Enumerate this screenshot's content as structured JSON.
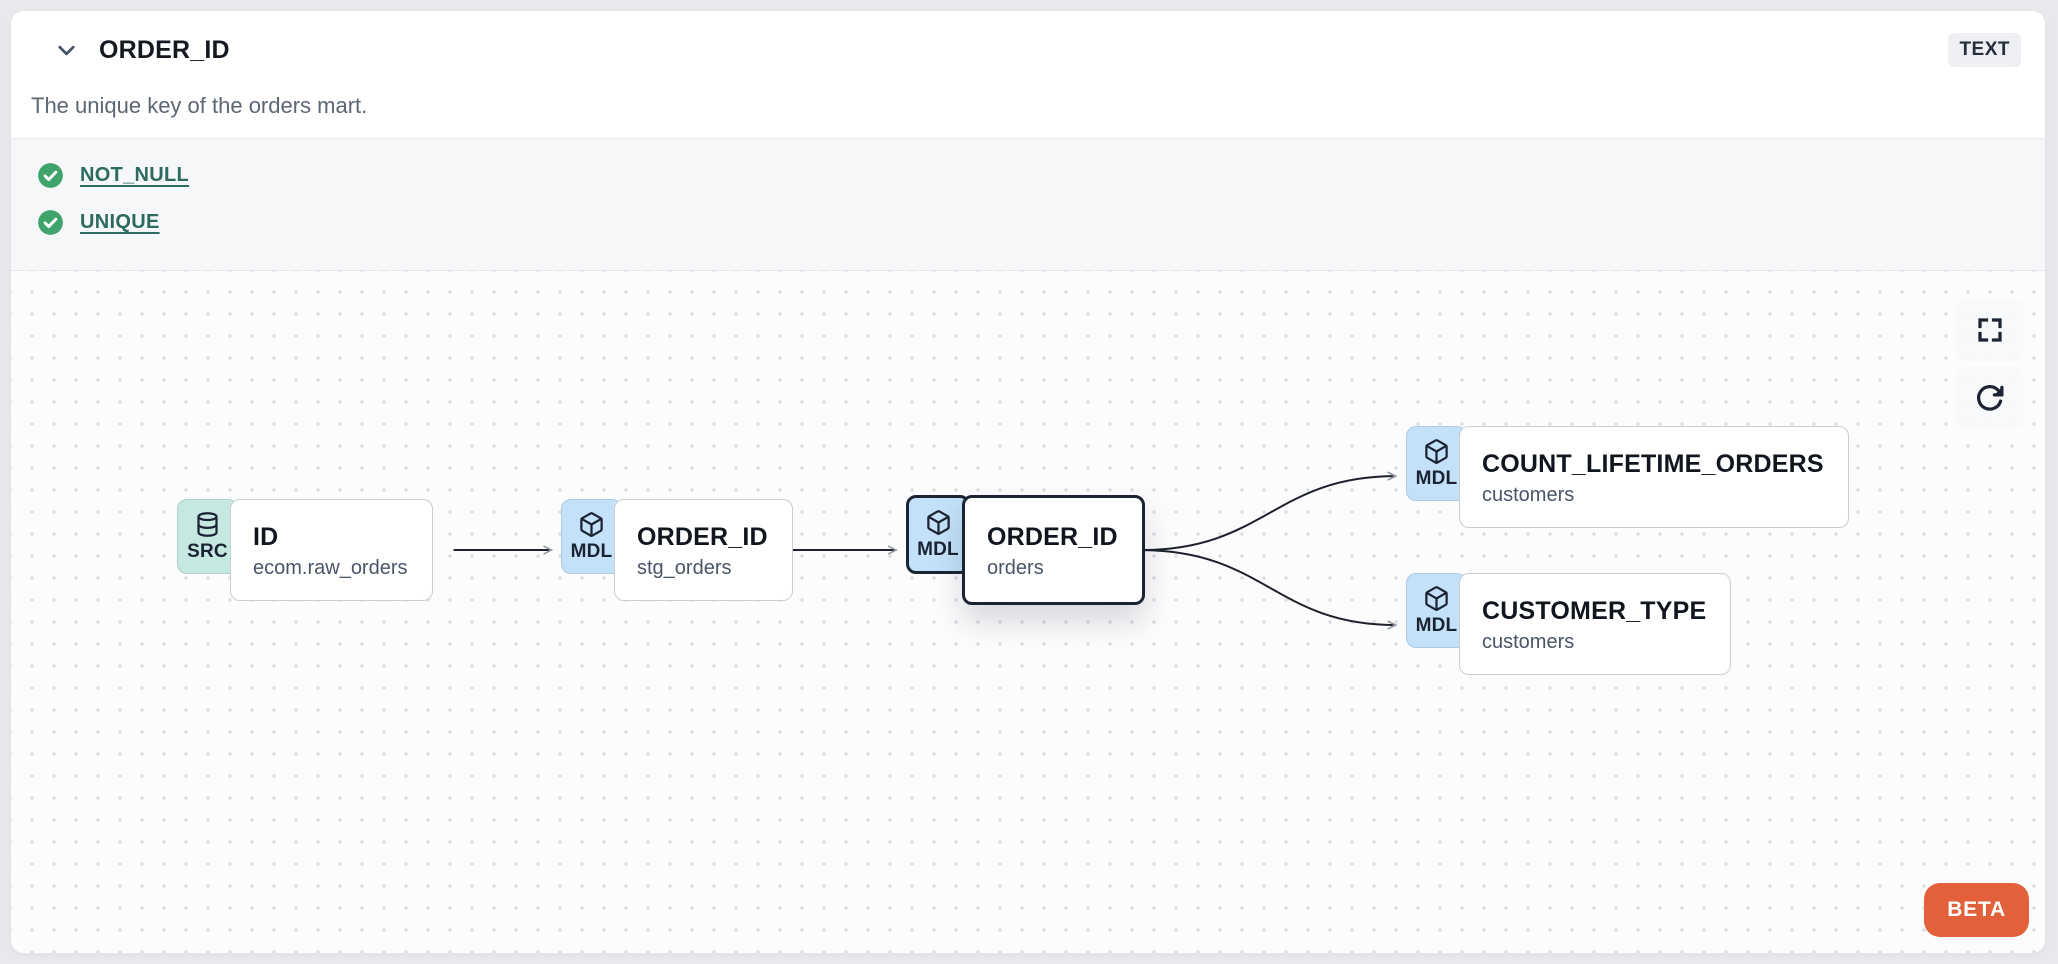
{
  "header": {
    "title": "ORDER_ID",
    "type_badge": "TEXT",
    "description": "The unique key of the orders mart."
  },
  "tests": {
    "items": [
      {
        "label": "NOT_NULL",
        "status": "pass"
      },
      {
        "label": "UNIQUE",
        "status": "pass"
      }
    ]
  },
  "lineage": {
    "nodes": [
      {
        "badge": "SRC",
        "icon": "database-icon",
        "title": "ID",
        "subtitle": "ecom.raw_orders",
        "selected": false
      },
      {
        "badge": "MDL",
        "icon": "model-cube-icon",
        "title": "ORDER_ID",
        "subtitle": "stg_orders",
        "selected": false
      },
      {
        "badge": "MDL",
        "icon": "model-cube-icon",
        "title": "ORDER_ID",
        "subtitle": "orders",
        "selected": true
      },
      {
        "badge": "MDL",
        "icon": "model-cube-icon",
        "title": "COUNT_LIFETIME_ORDERS",
        "subtitle": "customers",
        "selected": false
      },
      {
        "badge": "MDL",
        "icon": "model-cube-icon",
        "title": "CUSTOMER_TYPE",
        "subtitle": "customers",
        "selected": false
      }
    ],
    "beta_label": "BETA"
  },
  "colors": {
    "src_badge": "#c5e8e1",
    "mdl_badge": "#c3e1f8",
    "selected_border": "#1c2434",
    "test_link": "#2d6a60",
    "check_green": "#3fa36c",
    "beta_orange": "#e2613b"
  }
}
